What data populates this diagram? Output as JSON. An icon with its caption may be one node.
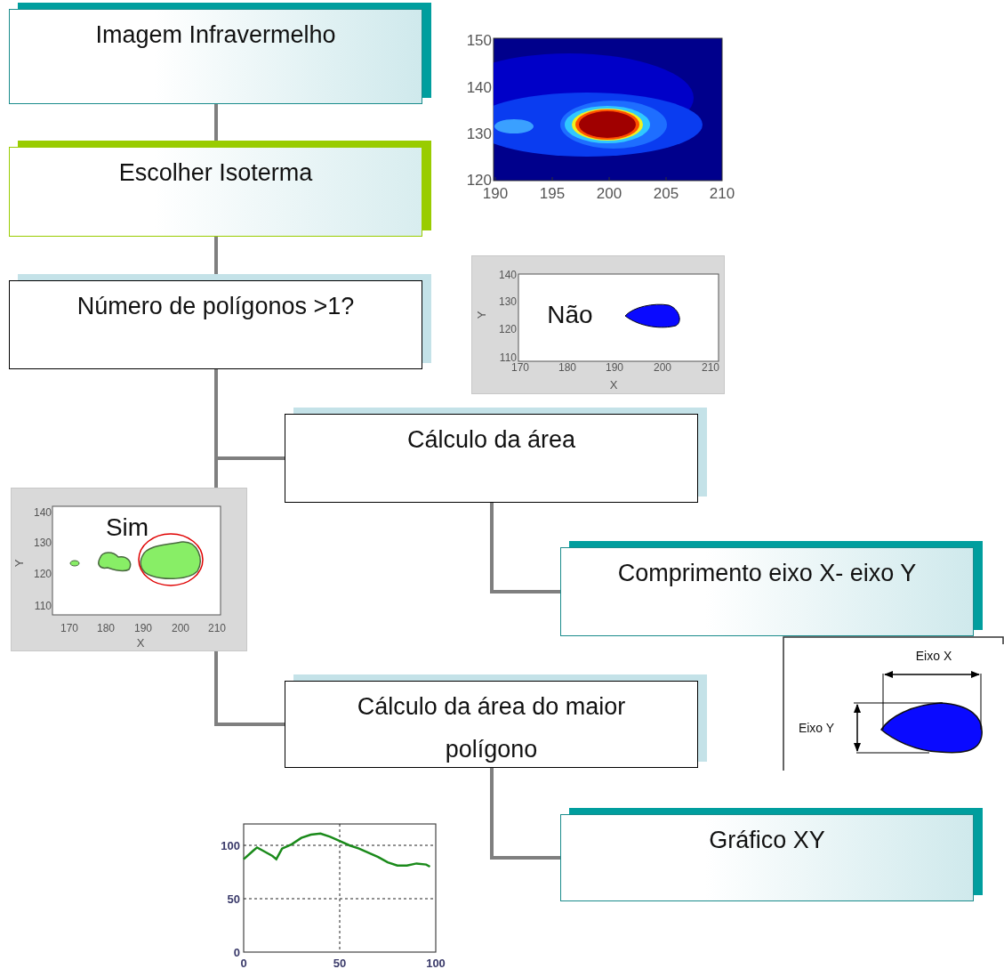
{
  "diagram": {
    "nodes": [
      {
        "text": [
          "Imagem Infravermelho"
        ]
      },
      {
        "text": [
          "Escolher Isoterma"
        ]
      },
      {
        "text": [
          "Número de polígonos >1?"
        ]
      },
      {
        "text": [
          "Cálculo da área"
        ]
      },
      {
        "text": [
          "Comprimento eixo X- eixo Y"
        ]
      },
      {
        "text": [
          "Cálculo da área do maior polígono"
        ]
      },
      {
        "text": [
          "Gráfico XY"
        ]
      }
    ],
    "edges": [
      {
        "from": 0,
        "to": 1,
        "arrow": "none"
      },
      {
        "from": 1,
        "to": 2,
        "arrow": "none"
      },
      {
        "from": 2,
        "to": 3,
        "arrow": "none"
      },
      {
        "from": 2,
        "to": 5,
        "arrow": "none"
      },
      {
        "from": 3,
        "to": 4,
        "arrow": "none"
      },
      {
        "from": 5,
        "to": 6,
        "arrow": "none"
      }
    ],
    "labels": [
      "150",
      "140",
      "130",
      "120",
      "190",
      "195",
      "200",
      "205",
      "210",
      "140",
      "130",
      "Y",
      "Não",
      "120",
      "110",
      "170",
      "180",
      "190",
      "200",
      "210",
      "X",
      "140",
      "Sim",
      "130",
      "Y",
      "120",
      "110",
      "170",
      "180",
      "190",
      "200",
      "210",
      "X",
      "Eixo X",
      "Eixo Y"
    ],
    "chart_data": {
      "type": "line",
      "x": [
        0,
        5,
        7,
        10,
        15,
        17,
        20,
        25,
        30,
        35,
        40,
        45,
        50,
        55,
        60,
        65,
        70,
        75,
        80,
        85,
        90,
        95,
        97
      ],
      "series": [
        {
          "color": "#1a8a1a",
          "values": [
            87,
            95,
            98,
            95,
            90,
            87,
            97,
            101,
            107,
            110,
            111,
            108,
            104,
            100,
            97,
            93,
            89,
            84,
            81,
            81,
            83,
            82,
            80
          ]
        }
      ],
      "xlim": [
        0,
        100
      ],
      "ylim": [
        0,
        120
      ],
      "xticks": [
        0,
        50,
        100
      ],
      "yticks": [
        0,
        50,
        100
      ],
      "grid": true
    }
  }
}
